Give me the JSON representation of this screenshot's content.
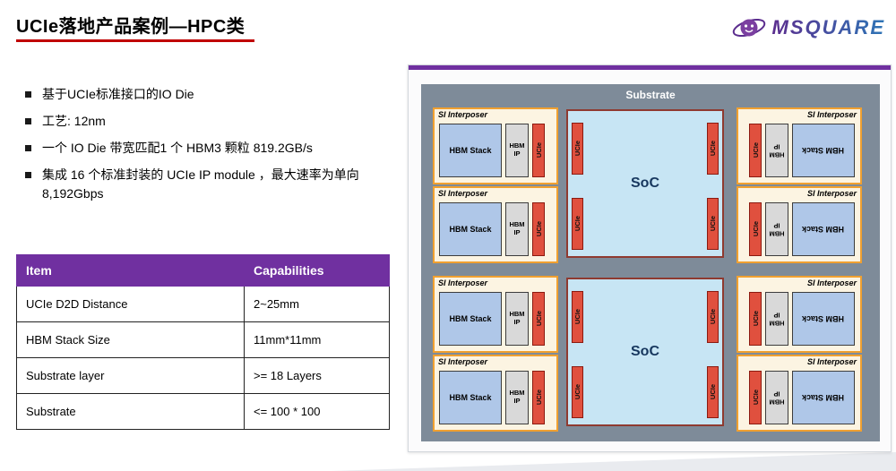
{
  "title": "UCIe落地产品案例—HPC类",
  "logo": {
    "text": "MSQUARE"
  },
  "bullets": [
    "基于UCIe标准接口的IO Die",
    "工艺: 12nm",
    "一个 IO Die 带宽匹配1 个 HBM3 颗粒 819.2GB/s",
    "集成 16 个标准封装的 UCIe IP module ，最大速率为单向 8,192Gbps"
  ],
  "table": {
    "headers": [
      "Item",
      "Capabilities"
    ],
    "rows": [
      [
        "UCIe D2D Distance",
        "2~25mm"
      ],
      [
        "HBM Stack Size",
        "11mm*11mm"
      ],
      [
        "Substrate layer",
        ">= 18 Layers"
      ],
      [
        "Substrate",
        "<= 100 * 100"
      ]
    ]
  },
  "diagram": {
    "substrate": "Substrate",
    "soc": "SoC",
    "interposer": "SI Interposer",
    "hbm_stack": "HBM Stack",
    "hbm_ip": "HBM IP",
    "ucie": "UCIe"
  },
  "colors": {
    "accent_purple": "#7030A0",
    "accent_red": "#C00000",
    "substrate_gray": "#7E8B99",
    "interposer_orange": "#F0A030",
    "hbm_blue": "#AFC7E8",
    "ucie_red": "#E0503E",
    "soc_blue": "#C7E5F4"
  }
}
